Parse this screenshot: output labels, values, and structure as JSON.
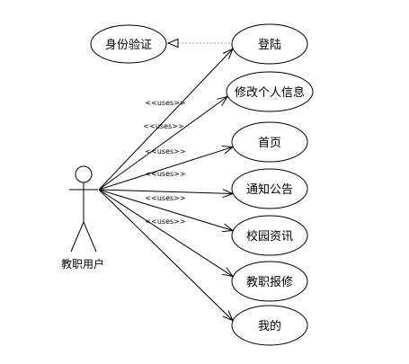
{
  "actor": {
    "label": "教职用户"
  },
  "include_use_case": {
    "label": "身份验证"
  },
  "use_cases": [
    {
      "label": "登陆"
    },
    {
      "label": "修改个人信息"
    },
    {
      "label": "首页"
    },
    {
      "label": "通知公告"
    },
    {
      "label": "校园资讯"
    },
    {
      "label": "教职报修"
    },
    {
      "label": "我的"
    }
  ],
  "uses_label": "<<uses>>"
}
